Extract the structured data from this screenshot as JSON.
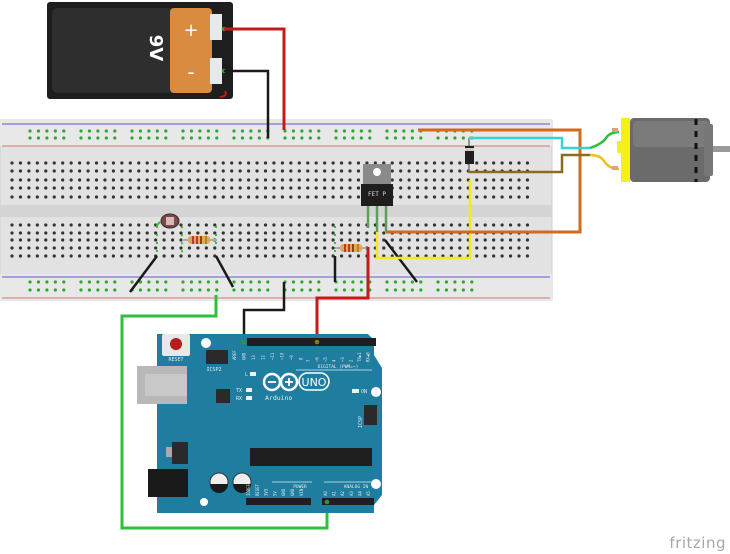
{
  "watermark": "fritzing",
  "battery": {
    "label": "9V",
    "plus": "+",
    "minus": "-"
  },
  "transistor": {
    "label": "FET P"
  },
  "arduino": {
    "model": "UNO",
    "brand": "Arduino",
    "reset_label": "RESET",
    "icsp2_label": "ICSP2",
    "icsp_label": "ICSP",
    "led_l": "L",
    "led_tx": "TX",
    "led_rx": "RX",
    "led_on": "ON",
    "digital_label": "DIGITAL (PWM=~)",
    "power_label": "POWER",
    "analog_label": "ANALOG IN",
    "top_pins": [
      "AREF",
      "GND",
      "13",
      "12",
      "~11",
      "~10",
      "~9",
      "8"
    ],
    "top_pins2": [
      "7",
      "~6",
      "~5",
      "4",
      "~3",
      "2",
      "TX▶1",
      "RX◀0"
    ],
    "power_pins": [
      "IOREF",
      "RESET",
      "3V3",
      "5V",
      "GND",
      "GND",
      "VIN"
    ],
    "analog_pins": [
      "A0",
      "A1",
      "A2",
      "A3",
      "A4",
      "A5"
    ]
  },
  "components": [
    {
      "name": "9V battery"
    },
    {
      "name": "breadboard"
    },
    {
      "name": "photoresistor (LDR)"
    },
    {
      "name": "resistor 1"
    },
    {
      "name": "resistor 2"
    },
    {
      "name": "P-channel FET"
    },
    {
      "name": "diode"
    },
    {
      "name": "DC motor"
    },
    {
      "name": "Arduino Uno"
    }
  ],
  "wire_colors": {
    "red": "#c41a1a",
    "black": "#1a1a1a",
    "green": "#2fbf3a",
    "orange": "#d2691e",
    "cyan": "#33d6d0",
    "olive": "#8a6d1a",
    "yellow": "#f2ea1a"
  },
  "colors": {
    "arduino_board": "#1f7ea0",
    "breadboard": "#e6e6e6",
    "motor_yellow": "#f5f01a",
    "motor_body": "#6b6b6b",
    "battery_orange": "#d98b3f"
  }
}
